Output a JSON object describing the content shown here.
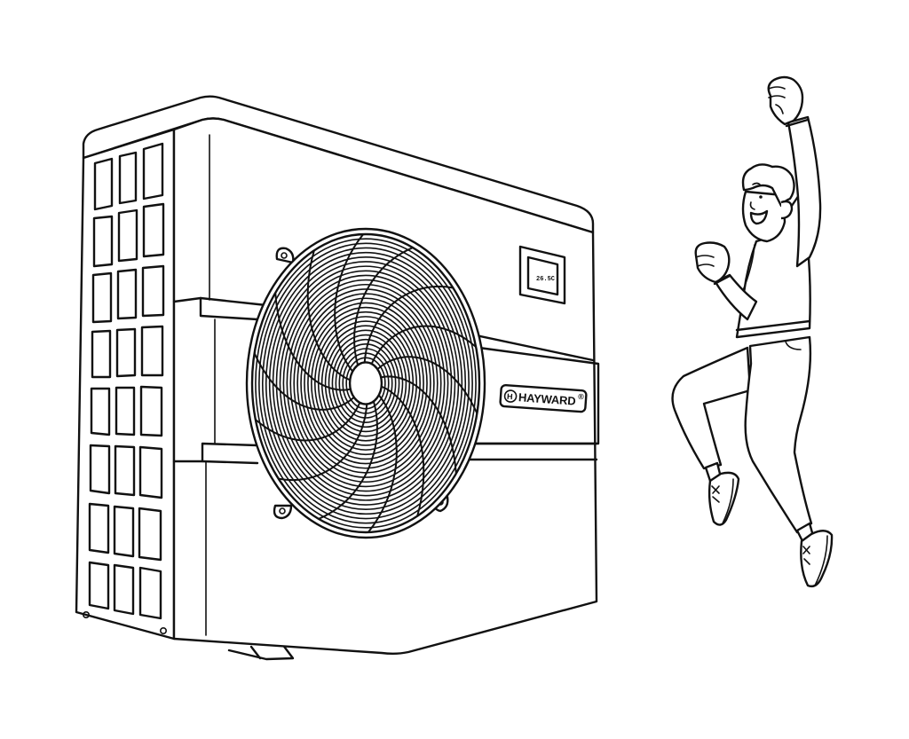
{
  "illustration": {
    "subject": "Heat pump unit with a cheering man jumping",
    "background_color": "#ffffff",
    "line_color": "#111111"
  },
  "heat_pump": {
    "brand_badge": {
      "logo_letter": "H",
      "brand_name": "HAYWARD",
      "registered_mark": "®"
    },
    "display": {
      "reading": "26.5C"
    },
    "side_grille": {
      "columns": 3,
      "rows": 8
    },
    "fan": {
      "guard_rings": 28,
      "spokes": 14
    }
  },
  "person": {
    "pose": "jumping with fists raised",
    "expression": "smiling"
  }
}
